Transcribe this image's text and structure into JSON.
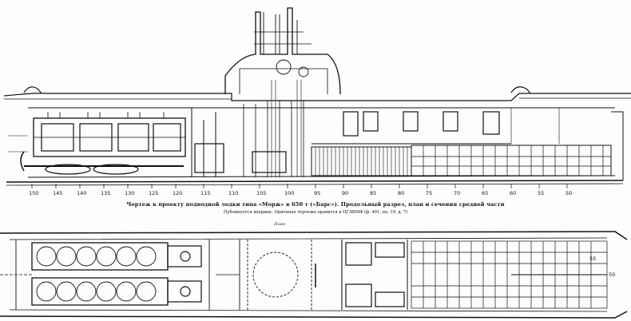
{
  "drawing": {
    "caption_main": "Чертеж к проекту подводной лодки типа «Морж» в 650 т («Барс»). Продольный разрез, план и сечения средней части",
    "caption_source": "Публикуется впервые. Оригинал чертежа хранится в ЦГАВМФ (ф. 401, оп. 19, д. 7)",
    "plan_label": "План",
    "frame_numbers": [
      "150",
      "145",
      "140",
      "135",
      "130",
      "125",
      "120",
      "115",
      "110",
      "105",
      "100",
      "95",
      "90",
      "85",
      "80",
      "75",
      "70",
      "65",
      "60",
      "55",
      "50"
    ],
    "plan_frame_numbers": [
      "55",
      "50"
    ]
  }
}
